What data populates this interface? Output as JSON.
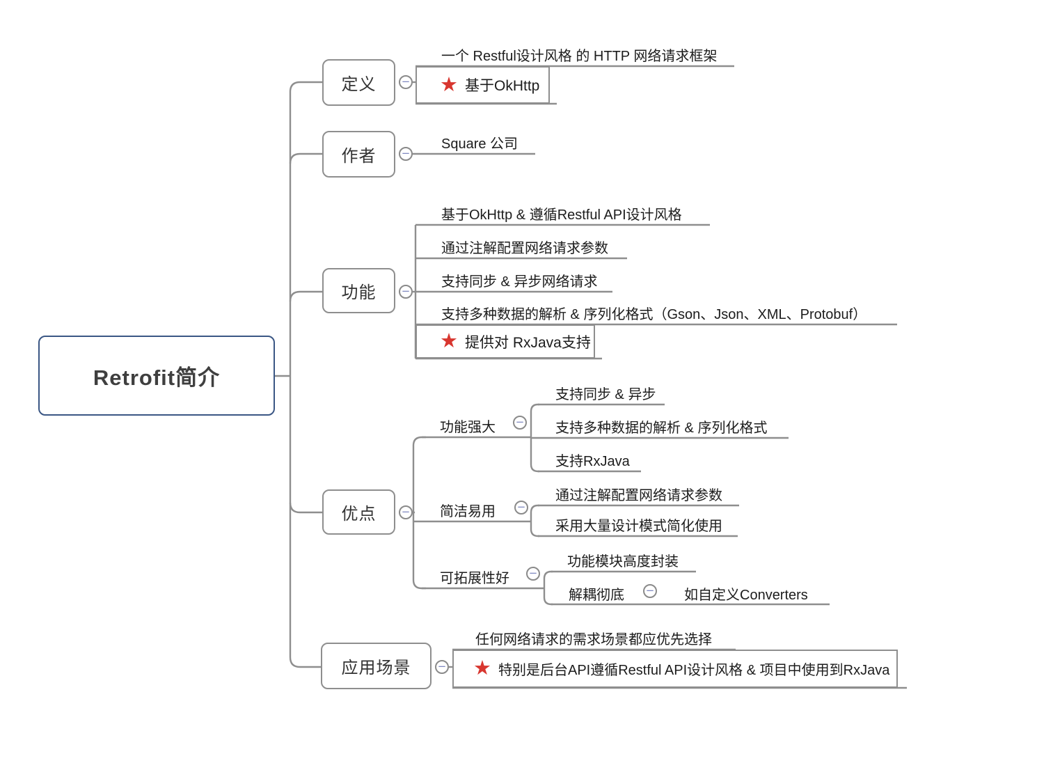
{
  "root": {
    "label": "Retrofit简介"
  },
  "branches": [
    {
      "label": "定义",
      "children": [
        {
          "label": "一个 Restful设计风格 的 HTTP 网络请求框架"
        },
        {
          "label": "基于OkHttp",
          "starred": true
        }
      ]
    },
    {
      "label": "作者",
      "children": [
        {
          "label": "Square 公司"
        }
      ]
    },
    {
      "label": "功能",
      "children": [
        {
          "label": "基于OkHttp & 遵循Restful API设计风格"
        },
        {
          "label": "通过注解配置网络请求参数"
        },
        {
          "label": "支持同步 & 异步网络请求"
        },
        {
          "label": "支持多种数据的解析 & 序列化格式（Gson、Json、XML、Protobuf）"
        },
        {
          "label": "提供对 RxJava支持",
          "starred": true
        }
      ]
    },
    {
      "label": "优点",
      "children": [
        {
          "label": "功能强大",
          "children": [
            {
              "label": "支持同步 & 异步"
            },
            {
              "label": "支持多种数据的解析 & 序列化格式"
            },
            {
              "label": "支持RxJava"
            }
          ]
        },
        {
          "label": "简洁易用",
          "children": [
            {
              "label": "通过注解配置网络请求参数"
            },
            {
              "label": "采用大量设计模式简化使用"
            }
          ]
        },
        {
          "label": "可拓展性好",
          "children": [
            {
              "label": "功能模块高度封装"
            },
            {
              "label": "解耦彻底",
              "children": [
                {
                  "label": "如自定义Converters"
                }
              ]
            }
          ]
        }
      ]
    },
    {
      "label": "应用场景",
      "children": [
        {
          "label": "任何网络请求的需求场景都应优先选择"
        },
        {
          "label": "特别是后台API遵循Restful API设计风格 & 项目中使用到RxJava",
          "starred": true
        }
      ]
    }
  ],
  "icons": {
    "star_glyph": "★",
    "collapse_glyph": "−"
  },
  "colors": {
    "line": "#8e8e8e",
    "root_border": "#3a5684",
    "star": "#d8362f",
    "minus": "#7d87c0",
    "text": "#1c1c1c"
  }
}
